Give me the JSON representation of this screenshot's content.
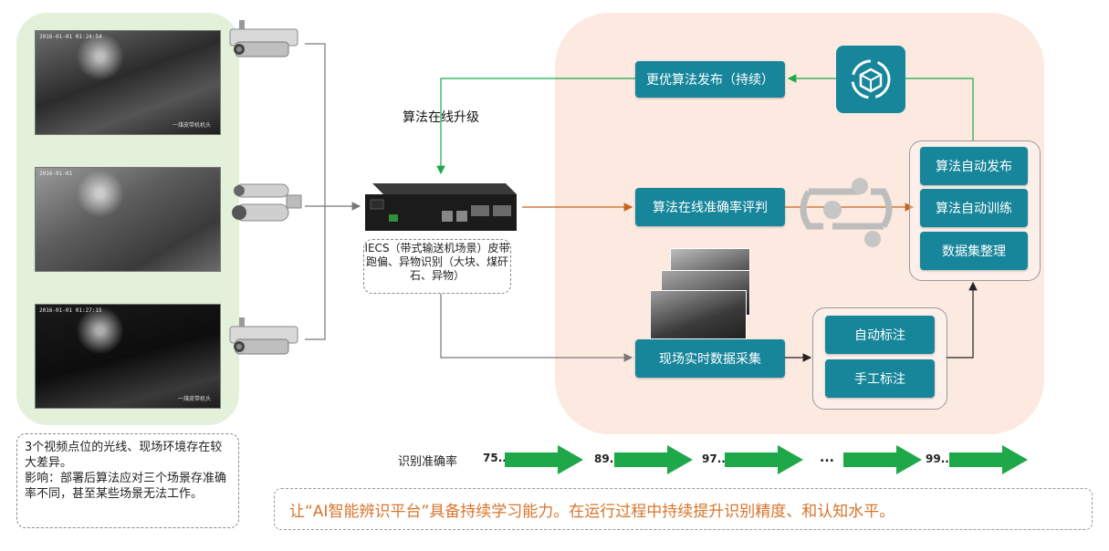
{
  "cameras": [
    {
      "stamp": "2016-01-01 01:24:54",
      "caption": "一煤皮带机机头"
    },
    {
      "stamp": "2016-01-01",
      "caption": ""
    },
    {
      "stamp": "2016-01-01 01:27:15",
      "caption": "一煤皮带机头"
    }
  ],
  "upgrade_label": "算法在线升级",
  "device_label": "IECS（带式输送机场景）皮带跑偏、异物识别（大块、煤矸石、异物）",
  "note": "3个视频点位的光线、现场环境存在较大差异。\n影响：部署后算法应对三个场景存准确率不同，甚至某些场景无法工作。",
  "boxes": {
    "publish_better": "更优算法发布（持续）",
    "accuracy_eval": "算法在线准确率评判",
    "data_collect": "现场实时数据采集",
    "auto_label": "自动标注",
    "manual_label": "手工标注",
    "auto_publish": "算法自动发布",
    "auto_train": "算法自动训练",
    "dataset": "数据集整理"
  },
  "accuracy": {
    "label": "识别准确率",
    "values": [
      "75..",
      "89..",
      "97..",
      "...",
      "99.."
    ]
  },
  "slogan": "让“AI智能辨识平台”具备持续学习能力。在运行过程中持续提升识别精度、和认知水平。",
  "colors": {
    "accent_blue": "#17869b",
    "green_arrow": "#1fa84a",
    "orange_arrow": "#c8641e",
    "slogan_orange": "#d8742a",
    "green_panel": "#e3f0da",
    "peach_panel": "#fce9df"
  }
}
